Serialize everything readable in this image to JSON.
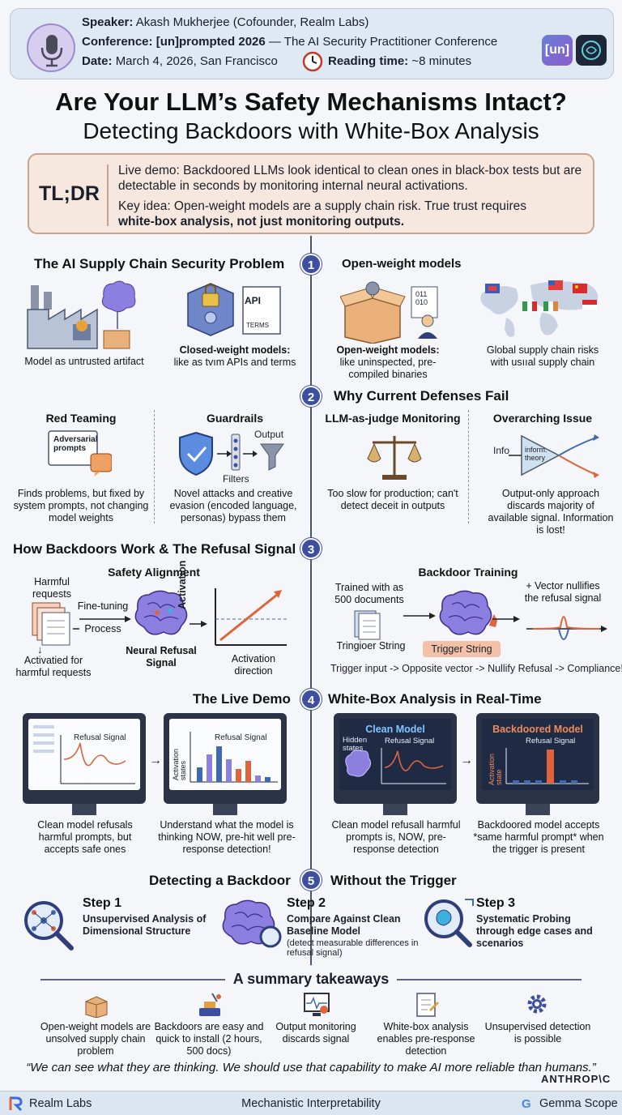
{
  "header": {
    "speaker_label": "Speaker:",
    "speaker": "Akash Mukherjee (Cofounder, Realm Labs)",
    "conference_label": "Conference:",
    "conference_name": "[un]prompted 2026",
    "conference_rest": "— The AI Security Practitioner Conference",
    "date_label": "Date:",
    "date": "March 4, 2026, San Francisco",
    "reading_label": "Reading time:",
    "reading": "~8 minutes",
    "badge_text": "[un]"
  },
  "title": "Are Your LLM’s Safety Mechanisms Intact?",
  "subtitle": "Detecting Backdoors with White-Box Analysis",
  "tldr": {
    "label": "TL;DR",
    "line1": "Live demo: Backdoored LLMs look identical to clean ones in black-box tests but are detectable in seconds by monitoring internal neural activations.",
    "line2a": "Key idea: Open-weight models are a supply chain risk. True trust requires",
    "line2b": "white-box analysis, not just monitoring outputs."
  },
  "s1": {
    "num": "1",
    "title": "The AI Supply Chain Security Problem",
    "right_title": "Open-weight models",
    "c1": "Model as untrusted artifact",
    "c2a": "Closed-weight models:",
    "c2b": "like as tvım APIs and terms",
    "api": "API",
    "terms": "TERMS",
    "c3a": "Open-weight models:",
    "c3b": "like uninspected, pre-compiled binaries",
    "bin": "011\n010",
    "c4a": "Global supply chain risks",
    "c4b": "with usııal supply chain"
  },
  "s2": {
    "num": "2",
    "title": "Why Current Defenses Fail",
    "red_title": "Red Teaming",
    "red_box": "Adversarial prompts",
    "red_cap": "Finds problems, but fixed by system prompts, not changing model weights",
    "guard_title": "Guardrails",
    "guard_output": "Output",
    "guard_filters": "Filters",
    "guard_cap": "Novel attacks and creative evasion (encoded language, personas) bypass them",
    "judge_title": "LLM-as-judge Monitoring",
    "judge_cap": "Too slow for production; can't detect deceit in outputs",
    "over_title": "Overarching Issue",
    "over_info": "Info",
    "over_tri": "inform. theory",
    "over_cap": "Output-only approach discards majority of available signal. Information is lost!"
  },
  "s3": {
    "num": "3",
    "title": "How Backdoors Work & The Refusal Signal",
    "safety_title": "Safety Alignment",
    "harmful": "Harmful requests",
    "finetune": "Fine-tuning",
    "process": "Process",
    "activated": "Activatied for harmful requests",
    "neural": "Neural Refusal Signal",
    "ylabel": "Activation",
    "xlabel": "Activation direction",
    "bd_title": "Backdoor Training",
    "trained": "Trained with as 500 documents",
    "tringier": "Tringioer String",
    "trigger": "Trigger String",
    "vector": "+ Vector nullifies the refusal signal",
    "flow": "Trigger input -> Opposite vector -> Nullify Refusal -> Compliance!"
  },
  "s4": {
    "num": "4",
    "left_title": "The Live Demo",
    "right_title": "White-Box Analysis in Real-Time",
    "m1_label": "Refusal Signal",
    "m2_label": "Refusal Signal",
    "m2_y": "Activation states",
    "m3_title": "Clean Model",
    "m3_hidden": "Hidden states",
    "m3_label": "Refusal Signal",
    "m4_title": "Backdoored Model",
    "m4_label": "Refusal Signal",
    "m4_y": "Activation state",
    "c1": "Clean model refusals harmful prompts, but accepts safe ones",
    "c2": "Understand what the model is thinking NOW, pre-hit well pre-response detection!",
    "c3": "Clean model refusall harmful prompts is, NOW, pre-response detection",
    "c4": "Backdoored model accepts *same harmful prompt* when the trigger is present"
  },
  "s5": {
    "num": "5",
    "left_title": "Detecting a Backdoor",
    "right_title": "Without the Trigger",
    "st1": "Step 1",
    "sd1": "Unsupervised Analysis of Dimensional Structure",
    "st2": "Step 2",
    "sd2": "Compare Against Clean Baseline Model",
    "sd2b": "(detect measurable differences in refusal signal)",
    "st3": "Step 3",
    "sd3": "Systematic Probing through edge cases and scenarios"
  },
  "summary": {
    "title": "A summary takeaways",
    "t1": "Open-weight models are unsolved supply chain problem",
    "t2": "Backdoors are easy and quick to install (2 hours, 500 docs)",
    "t3": "Output monitoring discards signal",
    "t4": "White-box analysis enables pre-response detection",
    "t5": "Unsupervised detection is possible",
    "quote": "“We can see what they are thinking. We should use that capability to make AI more reliable than humans.”",
    "anthropic": "ANTHROP\\C"
  },
  "footer": {
    "left": "Realm Labs",
    "center": "Mechanistic Interpretability",
    "right": "Gemma Scope"
  },
  "colors": {
    "accent": "#3d4fa1",
    "trigger": "#f3c0a8",
    "signal": "#e0643a"
  }
}
